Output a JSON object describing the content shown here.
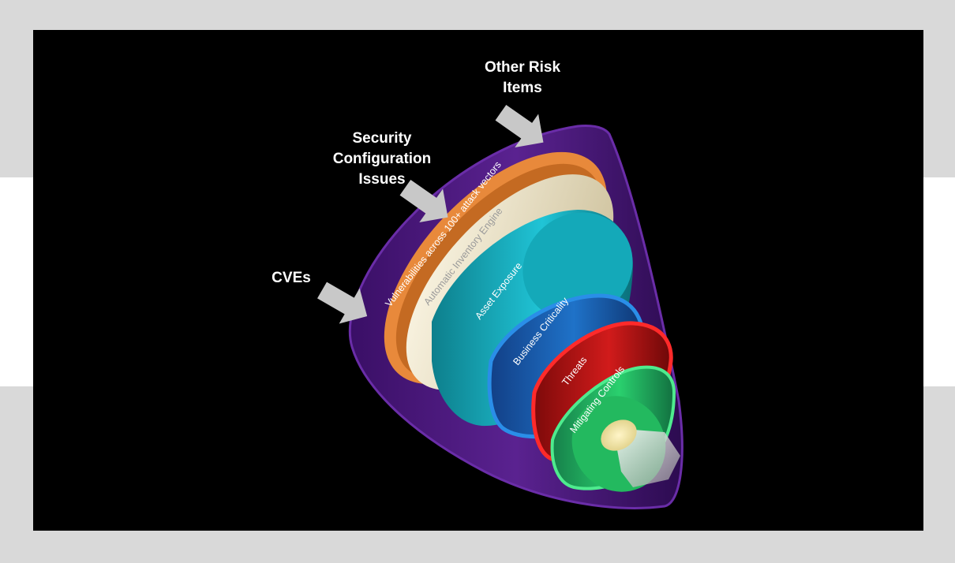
{
  "callouts": {
    "cves": "CVEs",
    "security_config": "Security\nConfiguration\nIssues",
    "other_risk": "Other Risk\nItems"
  },
  "layers": [
    {
      "label": "Vulnerabilities across 100+ attack vectors",
      "color": "#e8893b"
    },
    {
      "label": "Automatic Inventory Engine",
      "color": "#f3ead2"
    },
    {
      "label": "Asset Exposure",
      "color": "#1fc3d3"
    },
    {
      "label": "Business Criticality",
      "color": "#1d6fc2"
    },
    {
      "label": "Threats",
      "color": "#cc1a1a"
    },
    {
      "label": "Mitigating Controls",
      "color": "#2ad06e"
    }
  ],
  "colors": {
    "funnel_outline": "#4b1a7a",
    "arrow": "#c8c8c8",
    "slide_background": "#000000",
    "page_background": "#d9d9d9"
  },
  "icons": [
    "arrow-icon"
  ]
}
